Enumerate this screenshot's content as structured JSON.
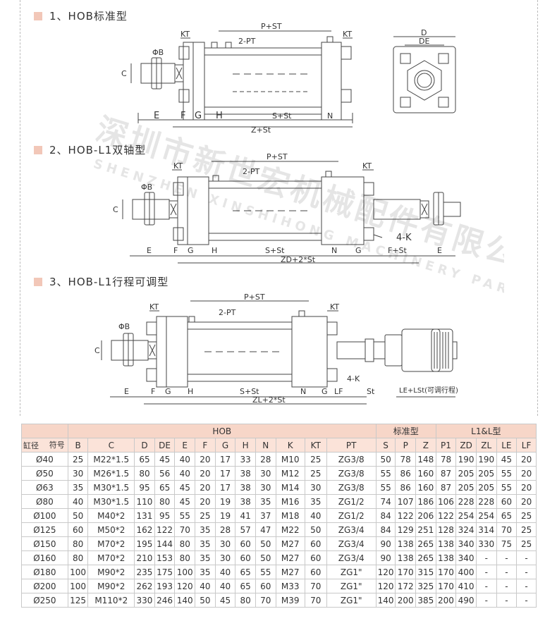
{
  "sections": [
    {
      "title": "1、HOB标准型"
    },
    {
      "title": "2、HOB-L1双轴型"
    },
    {
      "title": "3、HOB-L1行程可调型"
    }
  ],
  "drawing1": {
    "kt_left": "KT",
    "kt_right": "KT",
    "p_st": "P+ST",
    "pt": "2-PT",
    "phi_b": "ΦB",
    "c": "C",
    "e": "E",
    "f": "F",
    "g": "G",
    "h": "H",
    "s_st": "S+St",
    "n": "N",
    "z_st": "Z+St",
    "d": "D",
    "de": "DE"
  },
  "drawing2": {
    "kt_left": "KT",
    "kt_right": "KT",
    "p_st": "P+ST",
    "pt": "2-PT",
    "phi_b": "ΦB",
    "c": "C",
    "e": "E",
    "f": "F",
    "g": "G",
    "h": "H",
    "s_st": "S+St",
    "n": "N",
    "g2": "G",
    "f_st": "F+St",
    "e2": "E",
    "zd": "ZD+2*St",
    "k": "4-K"
  },
  "drawing3": {
    "kt_left": "KT",
    "kt_right": "KT",
    "p_st": "P+ST",
    "pt": "2-PT",
    "phi_b": "ΦB",
    "c": "C",
    "e": "E",
    "f": "F",
    "g": "G",
    "h": "H",
    "s_st": "S+St",
    "n": "N",
    "g2": "G",
    "lf": "LF",
    "st": "St",
    "k": "4-K",
    "le": "LE+LSt(可调行程)",
    "zl": "ZL+2*St"
  },
  "watermark": {
    "cn": "深圳市新世宏机械配件有限公司",
    "en": "SHENZHEN XINSHIHONG MACHINERY PARTS CO.,LTD"
  },
  "table": {
    "group_hob": "HOB",
    "group_std": "标准型",
    "group_l1": "L1&L型",
    "corner_top": "符号",
    "corner_bottom": "缸径",
    "headers": [
      "B",
      "C",
      "D",
      "DE",
      "E",
      "F",
      "G",
      "H",
      "N",
      "K",
      "KT",
      "PT",
      "S",
      "P",
      "Z",
      "P1",
      "ZD",
      "ZL",
      "LE",
      "LF"
    ],
    "rows": [
      [
        "Ø40",
        "25",
        "M22*1.5",
        "65",
        "45",
        "40",
        "20",
        "17",
        "33",
        "28",
        "M10",
        "25",
        "ZG3/8",
        "50",
        "78",
        "148",
        "78",
        "190",
        "190",
        "45",
        "20"
      ],
      [
        "Ø50",
        "30",
        "M26*1.5",
        "80",
        "56",
        "40",
        "20",
        "17",
        "38",
        "30",
        "M12",
        "25",
        "ZG3/8",
        "55",
        "86",
        "160",
        "87",
        "205",
        "205",
        "55",
        "20"
      ],
      [
        "Ø63",
        "35",
        "M30*1.5",
        "95",
        "65",
        "45",
        "20",
        "17",
        "38",
        "30",
        "M14",
        "30",
        "ZG3/8",
        "55",
        "86",
        "160",
        "87",
        "205",
        "205",
        "55",
        "20"
      ],
      [
        "Ø80",
        "40",
        "M30*1.5",
        "110",
        "80",
        "45",
        "20",
        "19",
        "38",
        "35",
        "M16",
        "35",
        "ZG1/2",
        "74",
        "107",
        "186",
        "106",
        "228",
        "228",
        "60",
        "20"
      ],
      [
        "Ø100",
        "50",
        "M40*2",
        "131",
        "95",
        "55",
        "25",
        "19",
        "41",
        "37",
        "M18",
        "40",
        "ZG1/2",
        "84",
        "122",
        "206",
        "122",
        "254",
        "254",
        "65",
        "25"
      ],
      [
        "Ø125",
        "60",
        "M50*2",
        "162",
        "122",
        "70",
        "35",
        "28",
        "57",
        "47",
        "M22",
        "50",
        "ZG3/4",
        "84",
        "129",
        "251",
        "128",
        "324",
        "314",
        "70",
        "25"
      ],
      [
        "Ø150",
        "80",
        "M70*2",
        "195",
        "144",
        "80",
        "35",
        "30",
        "60",
        "50",
        "M27",
        "60",
        "ZG3/4",
        "90",
        "138",
        "265",
        "138",
        "340",
        "330",
        "75",
        "25"
      ],
      [
        "Ø160",
        "80",
        "M70*2",
        "210",
        "153",
        "80",
        "35",
        "30",
        "60",
        "50",
        "M27",
        "60",
        "ZG3/4",
        "90",
        "138",
        "265",
        "138",
        "340",
        "-",
        "-",
        "-"
      ],
      [
        "Ø180",
        "100",
        "M90*2",
        "235",
        "175",
        "100",
        "35",
        "40",
        "65",
        "55",
        "M27",
        "60",
        "ZG1\"",
        "120",
        "170",
        "315",
        "170",
        "400",
        "-",
        "-",
        "-"
      ],
      [
        "Ø200",
        "100",
        "M90*2",
        "262",
        "193",
        "120",
        "40",
        "40",
        "65",
        "60",
        "M33",
        "70",
        "ZG1\"",
        "120",
        "172",
        "325",
        "170",
        "410",
        "-",
        "-",
        "-"
      ],
      [
        "Ø250",
        "125",
        "M110*2",
        "330",
        "246",
        "140",
        "50",
        "45",
        "80",
        "70",
        "M39",
        "70",
        "ZG1\"",
        "140",
        "200",
        "385",
        "200",
        "490",
        "-",
        "-",
        "-"
      ]
    ]
  }
}
